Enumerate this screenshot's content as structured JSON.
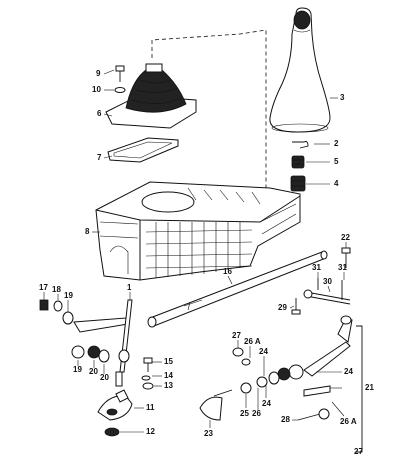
{
  "labels": [
    {
      "id": "p1",
      "text": "1"
    },
    {
      "id": "p2",
      "text": "2"
    },
    {
      "id": "p3",
      "text": "3"
    },
    {
      "id": "p4",
      "text": "4"
    },
    {
      "id": "p5",
      "text": "5"
    },
    {
      "id": "p6",
      "text": "6"
    },
    {
      "id": "p7",
      "text": "7"
    },
    {
      "id": "p8",
      "text": "8"
    },
    {
      "id": "p9",
      "text": "9"
    },
    {
      "id": "p10",
      "text": "10"
    },
    {
      "id": "p11",
      "text": "11"
    },
    {
      "id": "p12",
      "text": "12"
    },
    {
      "id": "p13",
      "text": "13"
    },
    {
      "id": "p14",
      "text": "14"
    },
    {
      "id": "p15",
      "text": "15"
    },
    {
      "id": "p16",
      "text": "16"
    },
    {
      "id": "p17",
      "text": "17"
    },
    {
      "id": "p18",
      "text": "18"
    },
    {
      "id": "p19a",
      "text": "19"
    },
    {
      "id": "p19b",
      "text": "19"
    },
    {
      "id": "p20a",
      "text": "20"
    },
    {
      "id": "p20b",
      "text": "20"
    },
    {
      "id": "p21",
      "text": "21"
    },
    {
      "id": "p22",
      "text": "22"
    },
    {
      "id": "p23",
      "text": "23"
    },
    {
      "id": "p24a",
      "text": "24"
    },
    {
      "id": "p24b",
      "text": "24"
    },
    {
      "id": "p24c",
      "text": "24"
    },
    {
      "id": "p25",
      "text": "25"
    },
    {
      "id": "p26",
      "text": "26"
    },
    {
      "id": "p26aa",
      "text": "26 A"
    },
    {
      "id": "p26ab",
      "text": "26 A"
    },
    {
      "id": "p27a",
      "text": "27"
    },
    {
      "id": "p27b",
      "text": "27"
    },
    {
      "id": "p28",
      "text": "28"
    },
    {
      "id": "p29",
      "text": "29"
    },
    {
      "id": "p30",
      "text": "30"
    },
    {
      "id": "p31a",
      "text": "31"
    },
    {
      "id": "p31b",
      "text": "31"
    }
  ]
}
